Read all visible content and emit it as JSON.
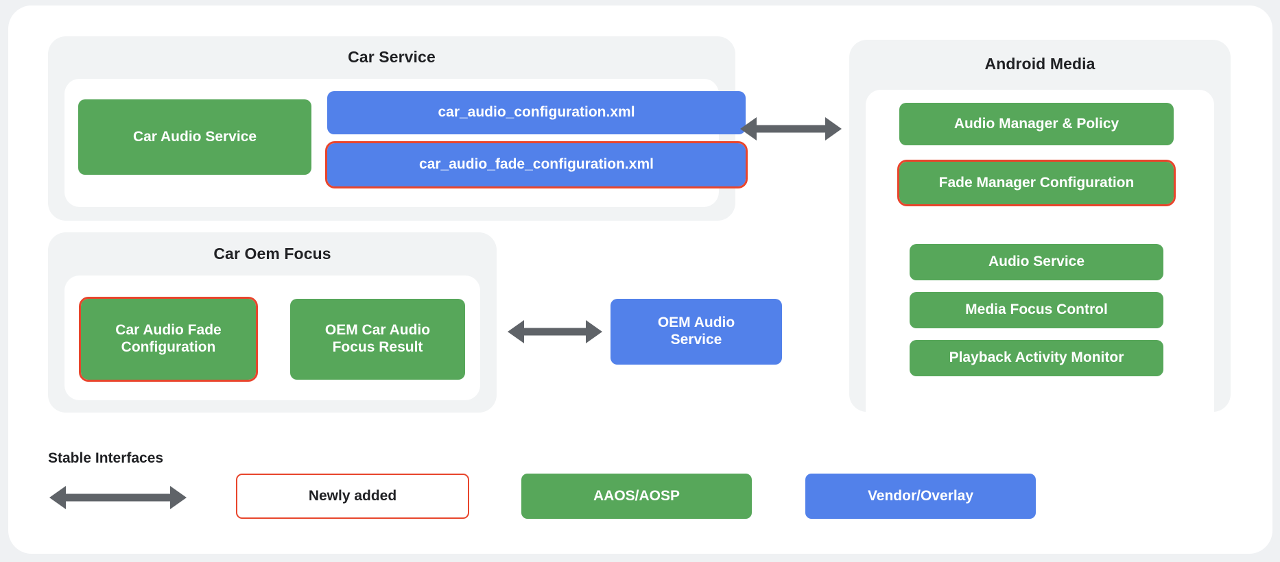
{
  "diagram": {
    "title_hidden": "",
    "colors": {
      "background": "#eff1f3",
      "card": "#ffffff",
      "panel": "#f1f3f4",
      "green": "#57a75a",
      "blue": "#5281ea",
      "highlight_red": "#e8452c",
      "arrow_gray": "#5f6368",
      "text_dark": "#202124",
      "text_light": "#ffffff"
    }
  },
  "car_service": {
    "title": "Car Service",
    "nodes": [
      {
        "label": "Car Audio Service",
        "kind": "green",
        "highlight": false
      },
      {
        "label": "car_audio_configuration.xml",
        "kind": "blue",
        "highlight": false
      },
      {
        "label": "car_audio_fade_configuration.xml",
        "kind": "blue",
        "highlight": true
      }
    ]
  },
  "car_oem_focus": {
    "title": "Car Oem Focus",
    "nodes": [
      {
        "label": "Car Audio Fade\nConfiguration",
        "kind": "green",
        "highlight": true
      },
      {
        "label": "OEM Car Audio\nFocus Result",
        "kind": "green",
        "highlight": false
      }
    ]
  },
  "android_media": {
    "title": "Android Media",
    "nodes": [
      {
        "label": "Audio Manager & Policy",
        "kind": "green",
        "highlight": false
      },
      {
        "label": "Fade Manager Configuration",
        "kind": "green",
        "highlight": true
      },
      {
        "label": "Audio Service",
        "kind": "green",
        "highlight": false
      },
      {
        "label": "Media Focus Control",
        "kind": "green",
        "highlight": false
      },
      {
        "label": "Playback Activity Monitor",
        "kind": "green",
        "highlight": false
      }
    ]
  },
  "standalone": {
    "oem_audio_service": {
      "label": "OEM Audio\nService",
      "kind": "blue",
      "highlight": false
    }
  },
  "arrows": [
    {
      "name": "car-service-to-android-media",
      "direction": "bidirectional"
    },
    {
      "name": "car-oem-focus-to-oem-audio-service",
      "direction": "bidirectional"
    },
    {
      "name": "legend-stable-interfaces",
      "direction": "bidirectional"
    }
  ],
  "legend": {
    "stable_interfaces_label": "Stable Interfaces",
    "items": [
      {
        "label": "Newly added",
        "kind": "outline"
      },
      {
        "label": "AAOS/AOSP",
        "kind": "green"
      },
      {
        "label": "Vendor/Overlay",
        "kind": "blue"
      }
    ]
  }
}
